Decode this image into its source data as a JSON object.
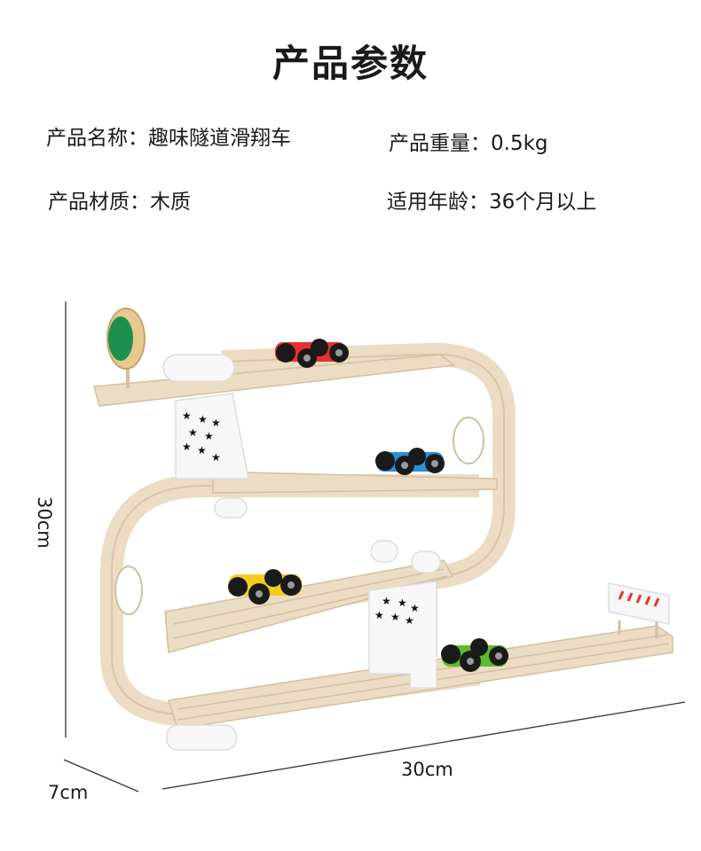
{
  "title": "产品参数",
  "specs": {
    "name": "产品名称：趣味隧道滑翔车",
    "weight": "产品重量：0.5kg",
    "material": "产品材质：木质",
    "age": "适用年龄：36个月以上"
  },
  "dimensions": {
    "height": "30cm",
    "width": "30cm",
    "depth": "7cm"
  },
  "colors": {
    "wood": "#ecdcc4",
    "wood_dark": "#d9c3a2",
    "car_red": "#e8322b",
    "car_blue": "#2a8fd6",
    "car_yellow": "#f3cc1d",
    "car_green": "#5bbd2a",
    "tree_green": "#1f8f4e"
  }
}
